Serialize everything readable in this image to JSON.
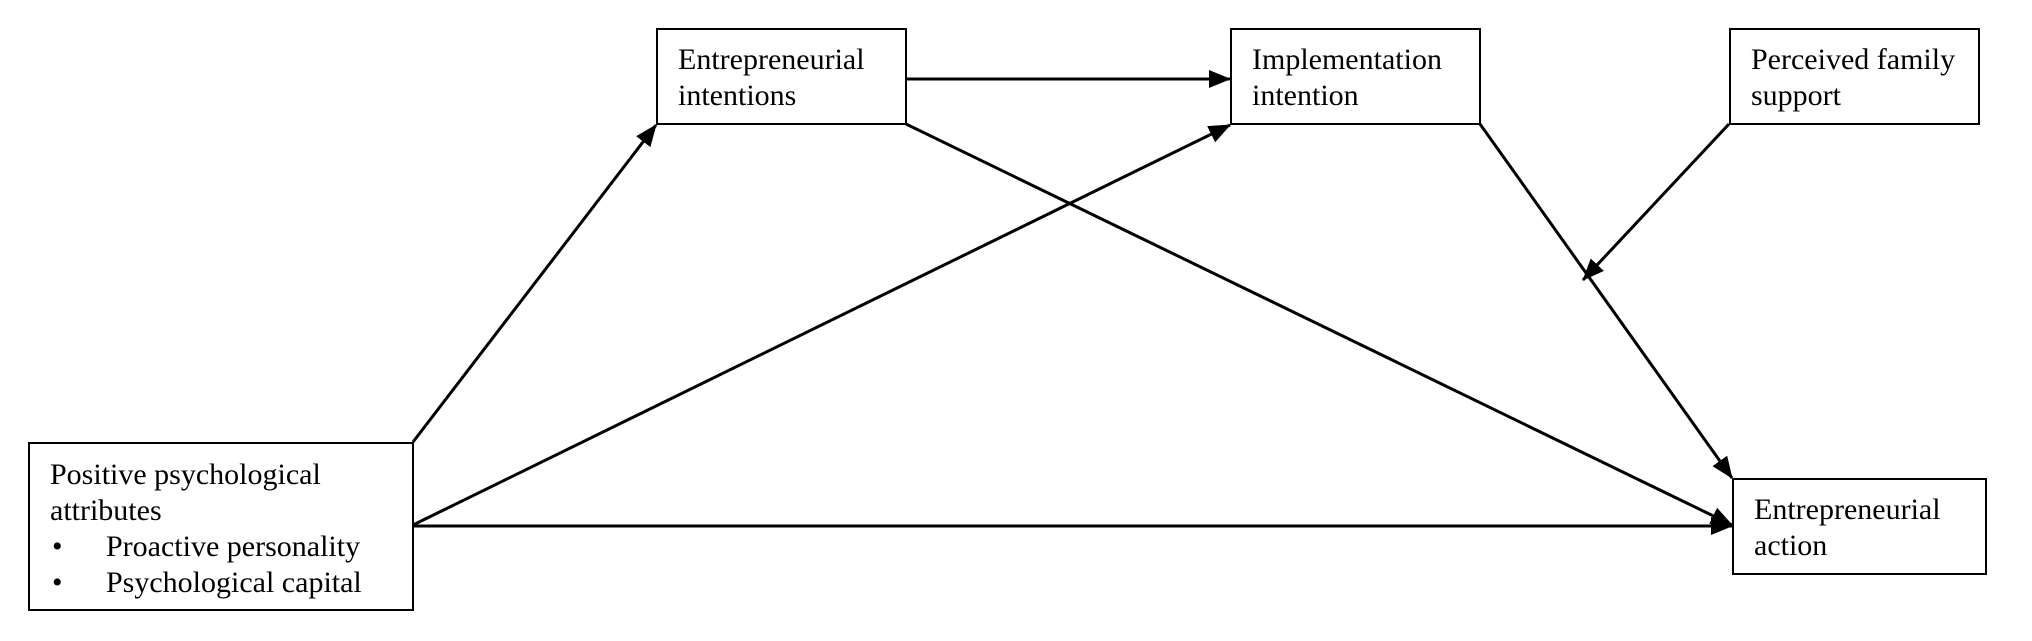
{
  "diagram": {
    "nodes": {
      "entrepreneurial_intentions": {
        "label": "Entrepreneurial intentions"
      },
      "implementation_intention": {
        "label": "Implementation intention"
      },
      "perceived_family_support": {
        "label": "Perceived family support"
      },
      "entrepreneurial_action": {
        "label": "Entrepreneurial action"
      },
      "positive_psychological_attributes": {
        "label": "Positive psychological attributes",
        "bullets": [
          "Proactive personality",
          "Psychological capital"
        ],
        "bullet_glyph": "•"
      }
    },
    "edges": [
      {
        "from": "positive_psychological_attributes",
        "to": "entrepreneurial_intentions"
      },
      {
        "from": "positive_psychological_attributes",
        "to": "implementation_intention"
      },
      {
        "from": "positive_psychological_attributes",
        "to": "entrepreneurial_action"
      },
      {
        "from": "entrepreneurial_intentions",
        "to": "implementation_intention"
      },
      {
        "from": "entrepreneurial_intentions",
        "to": "entrepreneurial_action"
      },
      {
        "from": "implementation_intention",
        "to": "entrepreneurial_action"
      },
      {
        "from": "perceived_family_support",
        "to": "implementation_intention->entrepreneurial_action",
        "type": "moderation"
      }
    ],
    "colors": {
      "line": "#000000",
      "box_border": "#000000",
      "background": "#ffffff"
    }
  }
}
